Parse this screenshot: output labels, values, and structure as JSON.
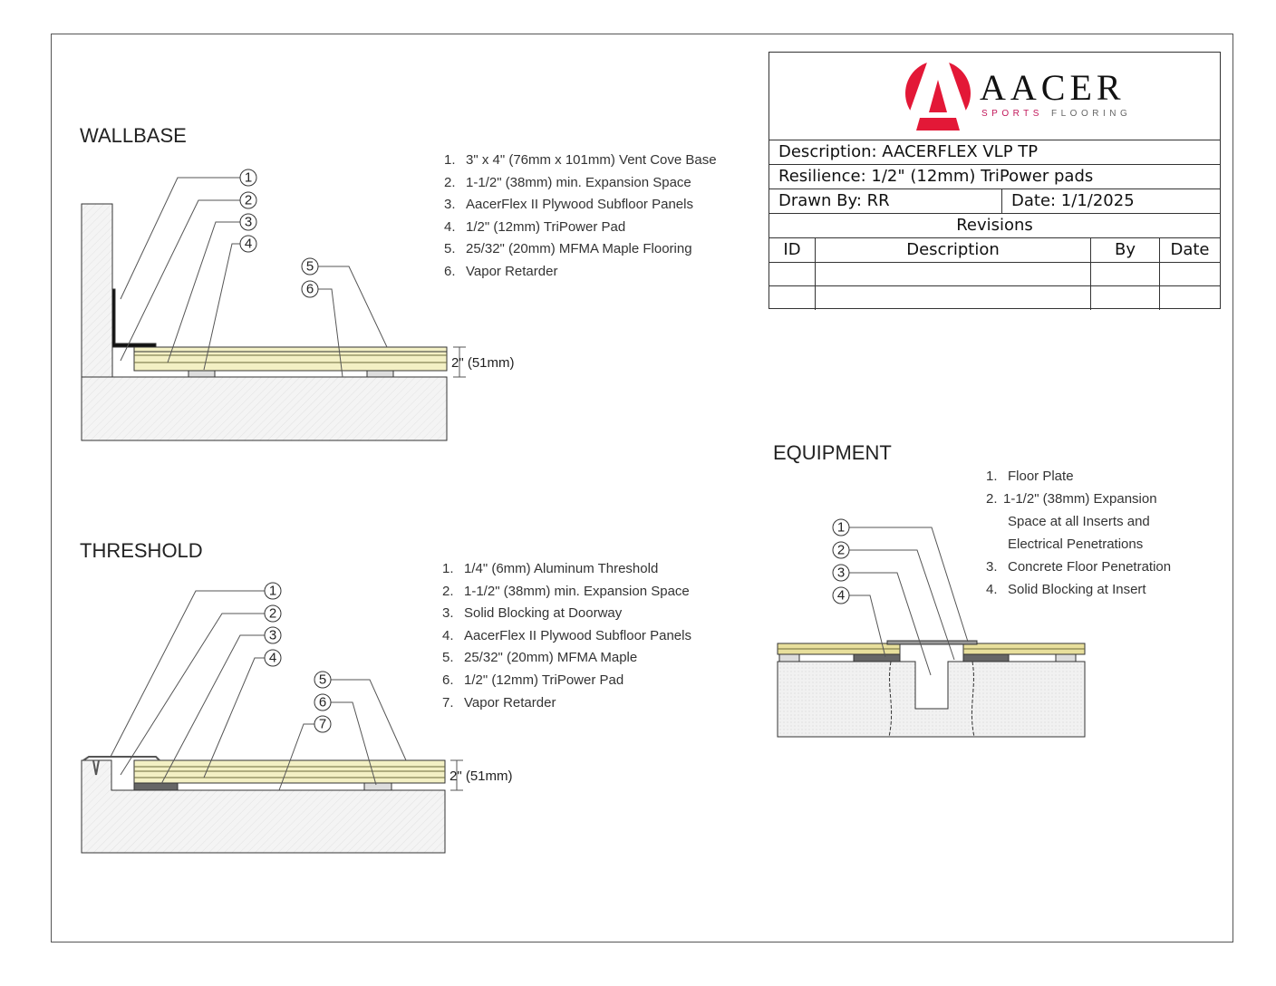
{
  "title_block": {
    "logo": {
      "brand": "AACER",
      "tagline_a": "SPORTS",
      "tagline_b": "FLOORING",
      "red": "#e31837"
    },
    "description": "Description: AACERFLEX VLP TP",
    "resilience": "Resilience: 1/2\" (12mm) TriPower pads",
    "drawn_by": "Drawn By: RR",
    "date": "Date: 1/1/2025",
    "revisions_title": "Revisions",
    "revisions_headers": [
      "ID",
      "Description",
      "By",
      "Date"
    ]
  },
  "wallbase": {
    "title": "WALLBASE",
    "items": [
      {
        "n": "1.",
        "text": "3\" x 4\" (76mm x 101mm) Vent Cove Base"
      },
      {
        "n": "2.",
        "text": "1-1/2\" (38mm) min. Expansion Space"
      },
      {
        "n": "3.",
        "text": "AacerFlex II Plywood Subfloor Panels"
      },
      {
        "n": "4.",
        "text": "1/2\" (12mm) TriPower Pad"
      },
      {
        "n": "5.",
        "text": "25/32\" (20mm) MFMA Maple Flooring"
      },
      {
        "n": "6.",
        "text": "Vapor Retarder"
      }
    ],
    "callouts": [
      "1",
      "2",
      "3",
      "4",
      "5",
      "6"
    ],
    "dimension": "2\" (51mm)"
  },
  "threshold": {
    "title": "THRESHOLD",
    "items": [
      {
        "n": "1.",
        "text": "1/4\" (6mm) Aluminum Threshold"
      },
      {
        "n": "2.",
        "text": "1-1/2\" (38mm) min. Expansion Space"
      },
      {
        "n": "3.",
        "text": "Solid Blocking at Doorway"
      },
      {
        "n": "4.",
        "text": "AacerFlex II Plywood Subfloor Panels"
      },
      {
        "n": "5.",
        "text": "25/32\" (20mm) MFMA Maple"
      },
      {
        "n": "6.",
        "text": "1/2\" (12mm) TriPower Pad"
      },
      {
        "n": "7.",
        "text": "Vapor Retarder"
      }
    ],
    "callouts": [
      "1",
      "2",
      "3",
      "4",
      "5",
      "6",
      "7"
    ],
    "dimension": "2\" (51mm)"
  },
  "equipment": {
    "title": "EQUIPMENT",
    "items": [
      {
        "n": "1.",
        "text": "Floor Plate"
      },
      {
        "n": "2.",
        "text": "1-1/2\" (38mm) Expansion"
      },
      {
        "n": "",
        "text": "Space at all Inserts and"
      },
      {
        "n": "",
        "text": "Electrical Penetrations"
      },
      {
        "n": "3.",
        "text": "Concrete Floor Penetration"
      },
      {
        "n": "4.",
        "text": "Solid Blocking at Insert"
      }
    ],
    "callouts": [
      "1",
      "2",
      "3",
      "4"
    ]
  }
}
